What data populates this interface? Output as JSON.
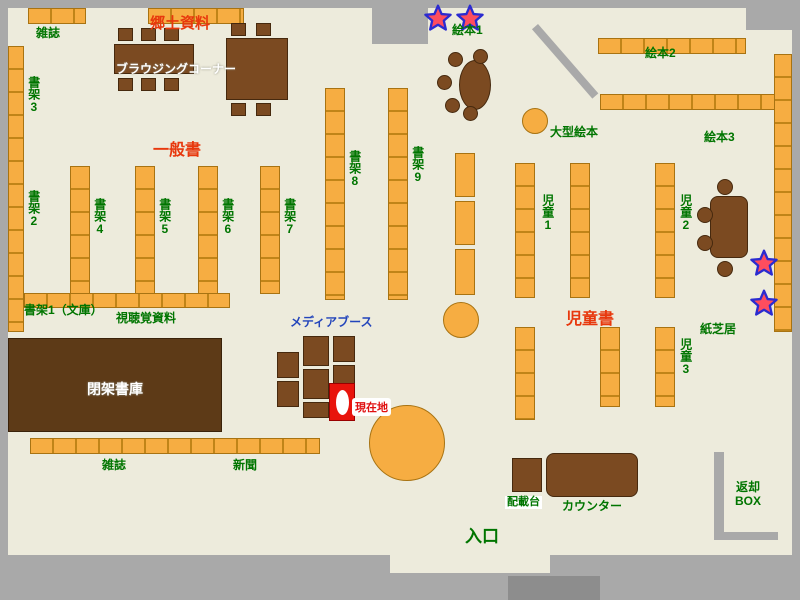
{
  "colors": {
    "floor": "#edebdc",
    "wall": "#a9a9a9",
    "shelf_orange": "#f6ad42",
    "shelf_line": "#c08418",
    "furniture_brown": "#7b4a21",
    "closed_stacks_brown": "#5d3a17",
    "label_green": "#007500",
    "label_red": "#e8380d",
    "label_blue": "#2244bb",
    "current_location_red": "#e01010",
    "star_fill": "#ff4d5e",
    "star_stroke": "#2b2bd0"
  },
  "map": {
    "top_left": {
      "magazine": "雑誌",
      "local_materials": "郷土資料",
      "browsing_corner": "ブラウジングコーナー"
    },
    "general": {
      "title": "一般書",
      "shelf1": "書架1（文庫）",
      "shelf2": "書架2",
      "shelf3": "書架3",
      "shelf4": "書架4",
      "shelf5": "書架5",
      "shelf6": "書架6",
      "shelf7": "書架7",
      "shelf8": "書架8",
      "shelf9": "書架9",
      "av": "視聴覚資料"
    },
    "closed_stacks": "閉架書庫",
    "media": {
      "label": "メディアブース",
      "current": "現在地"
    },
    "bottom": {
      "magazine": "雑誌",
      "newspaper": "新聞",
      "entrance": "入口"
    },
    "children": {
      "title": "児童書",
      "ehon1": "絵本1",
      "ehon2": "絵本2",
      "ehon3": "絵本3",
      "large_ehon": "大型絵本",
      "jido1": "児童1",
      "jido2": "児童2",
      "jido3": "児童3",
      "kamishibai": "紙芝居"
    },
    "service": {
      "delivery": "配載台",
      "counter": "カウンター",
      "return1": "返却",
      "return2": "BOX"
    }
  }
}
